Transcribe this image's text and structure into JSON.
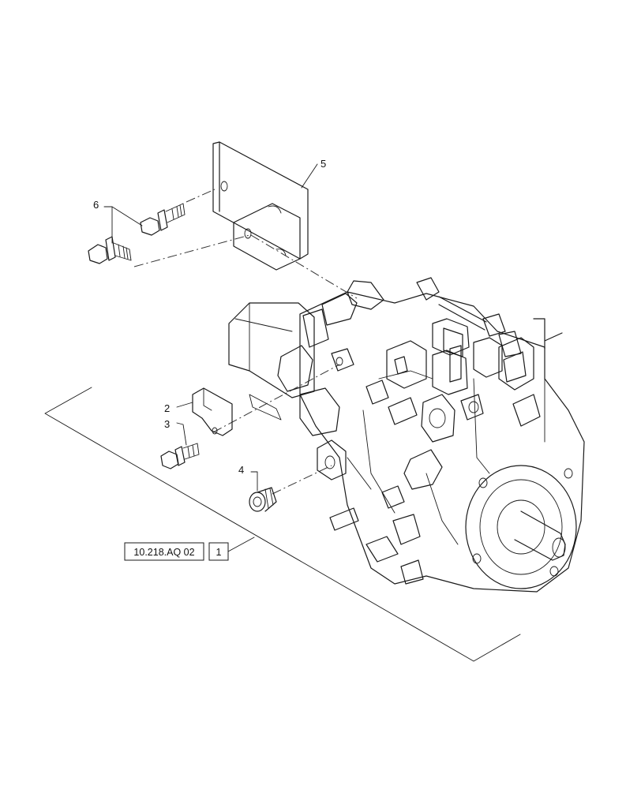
{
  "callouts": {
    "item_2": "2",
    "item_3": "3",
    "item_4": "4",
    "item_5": "5",
    "item_6": "6"
  },
  "reference": {
    "code": "10.218.AQ 02",
    "sheet": "1"
  }
}
